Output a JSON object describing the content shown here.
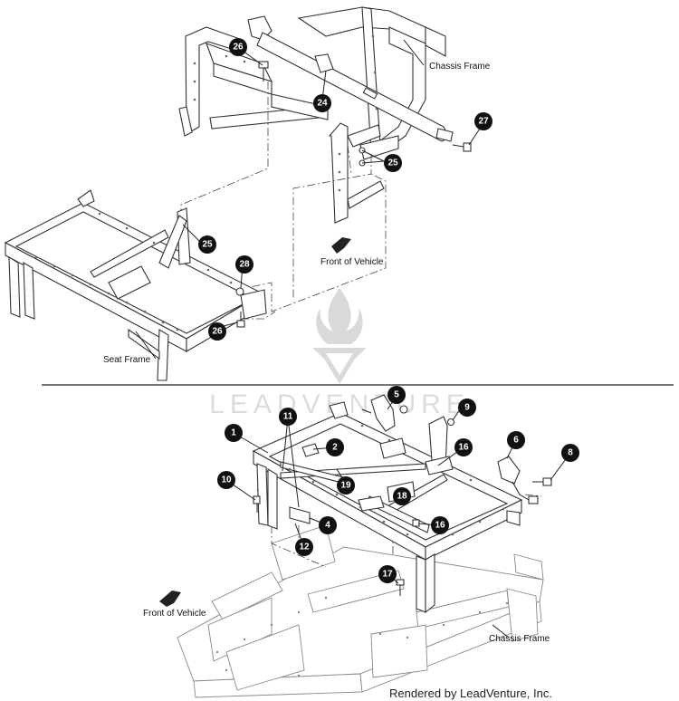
{
  "labels": {
    "chassis_frame_top": "Chassis Frame",
    "front_of_vehicle_top": "Front of Vehicle",
    "seat_frame": "Seat Frame",
    "front_of_vehicle_bottom": "Front of Vehicle",
    "chassis_frame_bottom": "Chassis Frame"
  },
  "watermark": "LEADVENTURE",
  "footer": "Rendered by LeadVenture, Inc.",
  "callouts": {
    "c26a": "26",
    "c24": "24",
    "c27": "27",
    "c25a": "25",
    "c25b": "25",
    "c28": "28",
    "c26b": "26",
    "c5": "5",
    "c9": "9",
    "c11": "11",
    "c1": "1",
    "c2": "2",
    "c16a": "16",
    "c6": "6",
    "c8": "8",
    "c19": "19",
    "c10": "10",
    "c18": "18",
    "c4": "4",
    "c16b": "16",
    "c12": "12",
    "c17": "17"
  }
}
